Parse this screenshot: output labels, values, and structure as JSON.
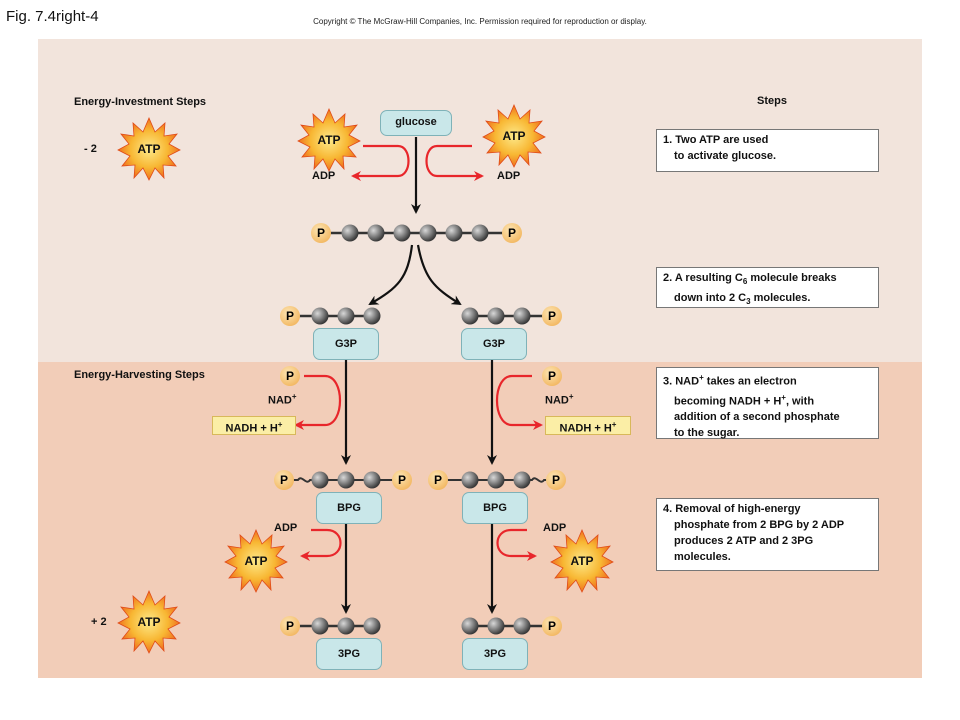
{
  "figure": {
    "title": "Fig. 7.4right-4",
    "copyright": "Copyright © The McGraw-Hill Companies, Inc. Permission required for reproduction or display."
  },
  "sections": {
    "investment": "Energy-Investment  Steps",
    "harvesting": "Energy-Harvesting  Steps",
    "steps": "Steps"
  },
  "tallies": {
    "minus": "- 2",
    "plus": "+ 2"
  },
  "molecules": {
    "glucose": "glucose",
    "g3p": "G3P",
    "bpg": "BPG",
    "pg3": "3PG"
  },
  "labels": {
    "atp": "ATP",
    "adp": "ADP",
    "p": "P",
    "nad": "NAD",
    "nad_sup": "+",
    "nadh": "NADH  + H",
    "nadh_sup": "+"
  },
  "steps": {
    "s1_l1": "1. Two ATP are used",
    "s1_l2": "to activate glucose.",
    "s2_l1_a": "2. A resulting C",
    "s2_l1_sub": "6",
    "s2_l1_b": " molecule breaks",
    "s2_l2_a": "down into 2 C",
    "s2_l2_sub": "3",
    "s2_l2_b": " molecules.",
    "s3_l1_a": "3. NAD",
    "s3_l1_sup": "+",
    "s3_l1_b": " takes an electron",
    "s3_l2_a": "becoming NADH  + H",
    "s3_l2_sup": "+",
    "s3_l2_b": ", with",
    "s3_l3": "addition of a second phosphate",
    "s3_l4": "to the sugar.",
    "s4_l1": "4. Removal of high-energy",
    "s4_l2": "phosphate from 2 BPG by 2 ADP",
    "s4_l3": "produces 2 ATP  and 2 3PG",
    "s4_l4": "molecules."
  },
  "colors": {
    "panel_top": "#f2e4dc",
    "panel_bottom": "#f2cdb8",
    "molecule_box": "#c9e7e9",
    "phosphate": "#f5c77e",
    "nadh_box": "#fbeea6",
    "atp_burst": "#f39a1e",
    "atp_burst_core": "#fbe07a",
    "red_arrow": "#e8262b",
    "carbon_bead": "#777777"
  },
  "icons": {
    "atp": "atp-burst-icon",
    "carbon": "carbon-bead-icon",
    "phosphate": "phosphate-circle-icon",
    "arrow": "arrow-icon"
  }
}
